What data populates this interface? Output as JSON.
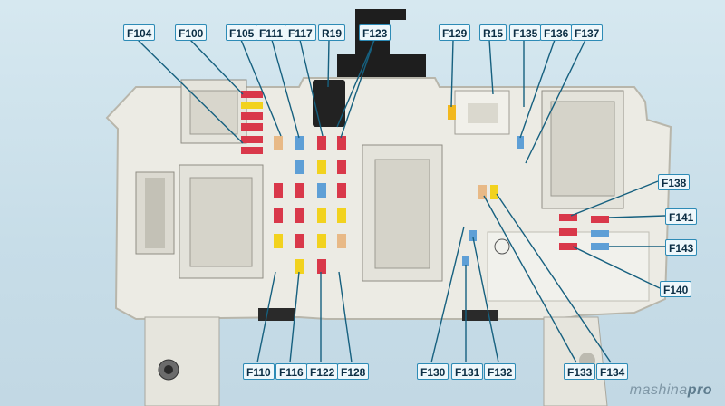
{
  "labels": {
    "F104": "F104",
    "F100": "F100",
    "F105": "F105",
    "F111": "F111",
    "F117": "F117",
    "R19": "R19",
    "F123": "F123",
    "F129": "F129",
    "R15": "R15",
    "F135": "F135",
    "F136": "F136",
    "F137": "F137",
    "F138": "F138",
    "F141": "F141",
    "F143": "F143",
    "F140": "F140",
    "F110": "F110",
    "F116": "F116",
    "F122": "F122",
    "F128": "F128",
    "F130": "F130",
    "F131": "F131",
    "F132": "F132",
    "F133": "F133",
    "F134": "F134"
  },
  "watermark": {
    "prefix": "mashina",
    "suffix": "pro"
  },
  "colors": {
    "label_border": "#2d8bb6",
    "leader_line": "#16607f",
    "housing": "#ecebe4",
    "fuse_red": "#d9384a",
    "fuse_yellow": "#f2d21e",
    "fuse_blue": "#5e9fd6",
    "fuse_tan": "#e8b986"
  }
}
